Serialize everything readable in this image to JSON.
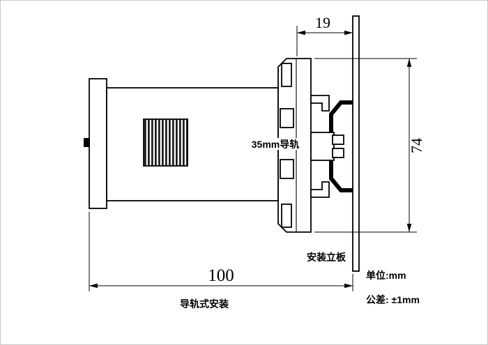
{
  "drawing": {
    "dimensions": {
      "rail_depth": "19",
      "plate_height": "74",
      "total_depth": "100"
    },
    "labels": {
      "din_rail": "35mm导轨",
      "mounting_plate": "安装立板",
      "caption": "导轨式安装",
      "unit_note": "单位:mm",
      "tolerance_note": "公差: ±1mm"
    },
    "colors": {
      "line": "#000000",
      "background": "#ffffff"
    }
  }
}
